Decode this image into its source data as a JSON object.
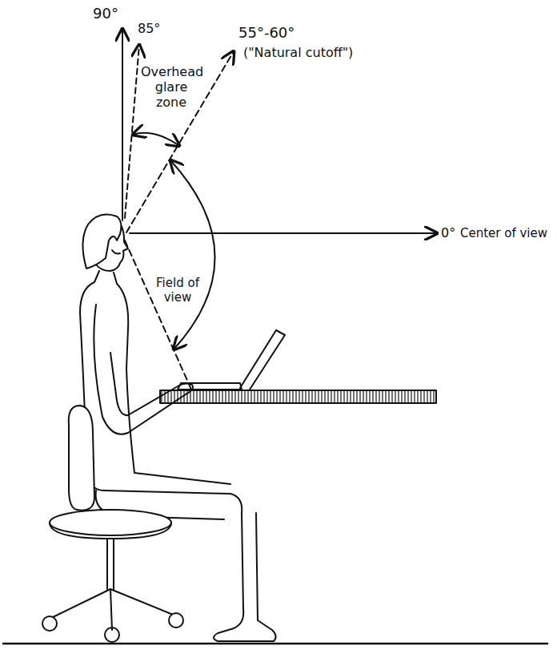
{
  "diagram": {
    "labels": [
      "90°",
      "85°",
      "55°-60°",
      "(\"Natural cutoff\")",
      "Overhead glare zone",
      "0°",
      "Center of view",
      "Field of view"
    ]
  }
}
